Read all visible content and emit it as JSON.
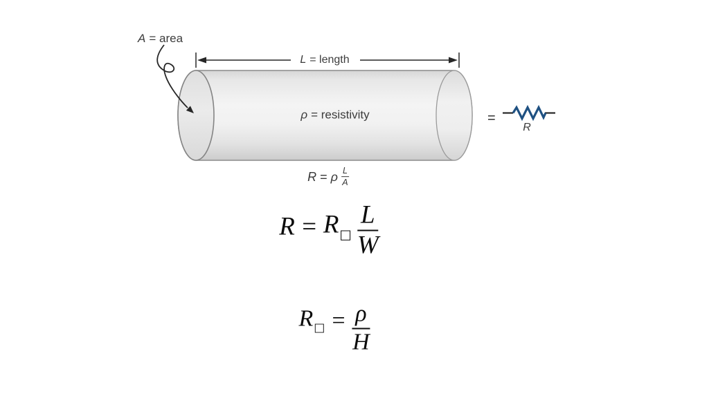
{
  "figure": {
    "area_label": {
      "var": "A",
      "rest": "= area"
    },
    "length_label": {
      "var": "L",
      "rest": "= length"
    },
    "resistivity_label": {
      "var": "ρ",
      "rest": "= resistivity"
    },
    "inline_formula": {
      "lhs": "R",
      "equals": "=",
      "coefficient": "ρ",
      "numerator": "L",
      "denominator": "A"
    },
    "equivalence_sign": "=",
    "resistor_label": "R"
  },
  "equations": {
    "sheet_form": {
      "lhs": "R",
      "equals": "=",
      "base": "R",
      "subscript": "□",
      "numerator": "L",
      "denominator": "W"
    },
    "sheet_def": {
      "base": "R",
      "subscript": "□",
      "equals": "=",
      "numerator": "ρ",
      "denominator": "H"
    }
  },
  "colors": {
    "resistor_blue": "#1f5182",
    "line_color": "#272727",
    "cylinder_stroke": "#8c8c8c",
    "background": "#ffffff"
  }
}
